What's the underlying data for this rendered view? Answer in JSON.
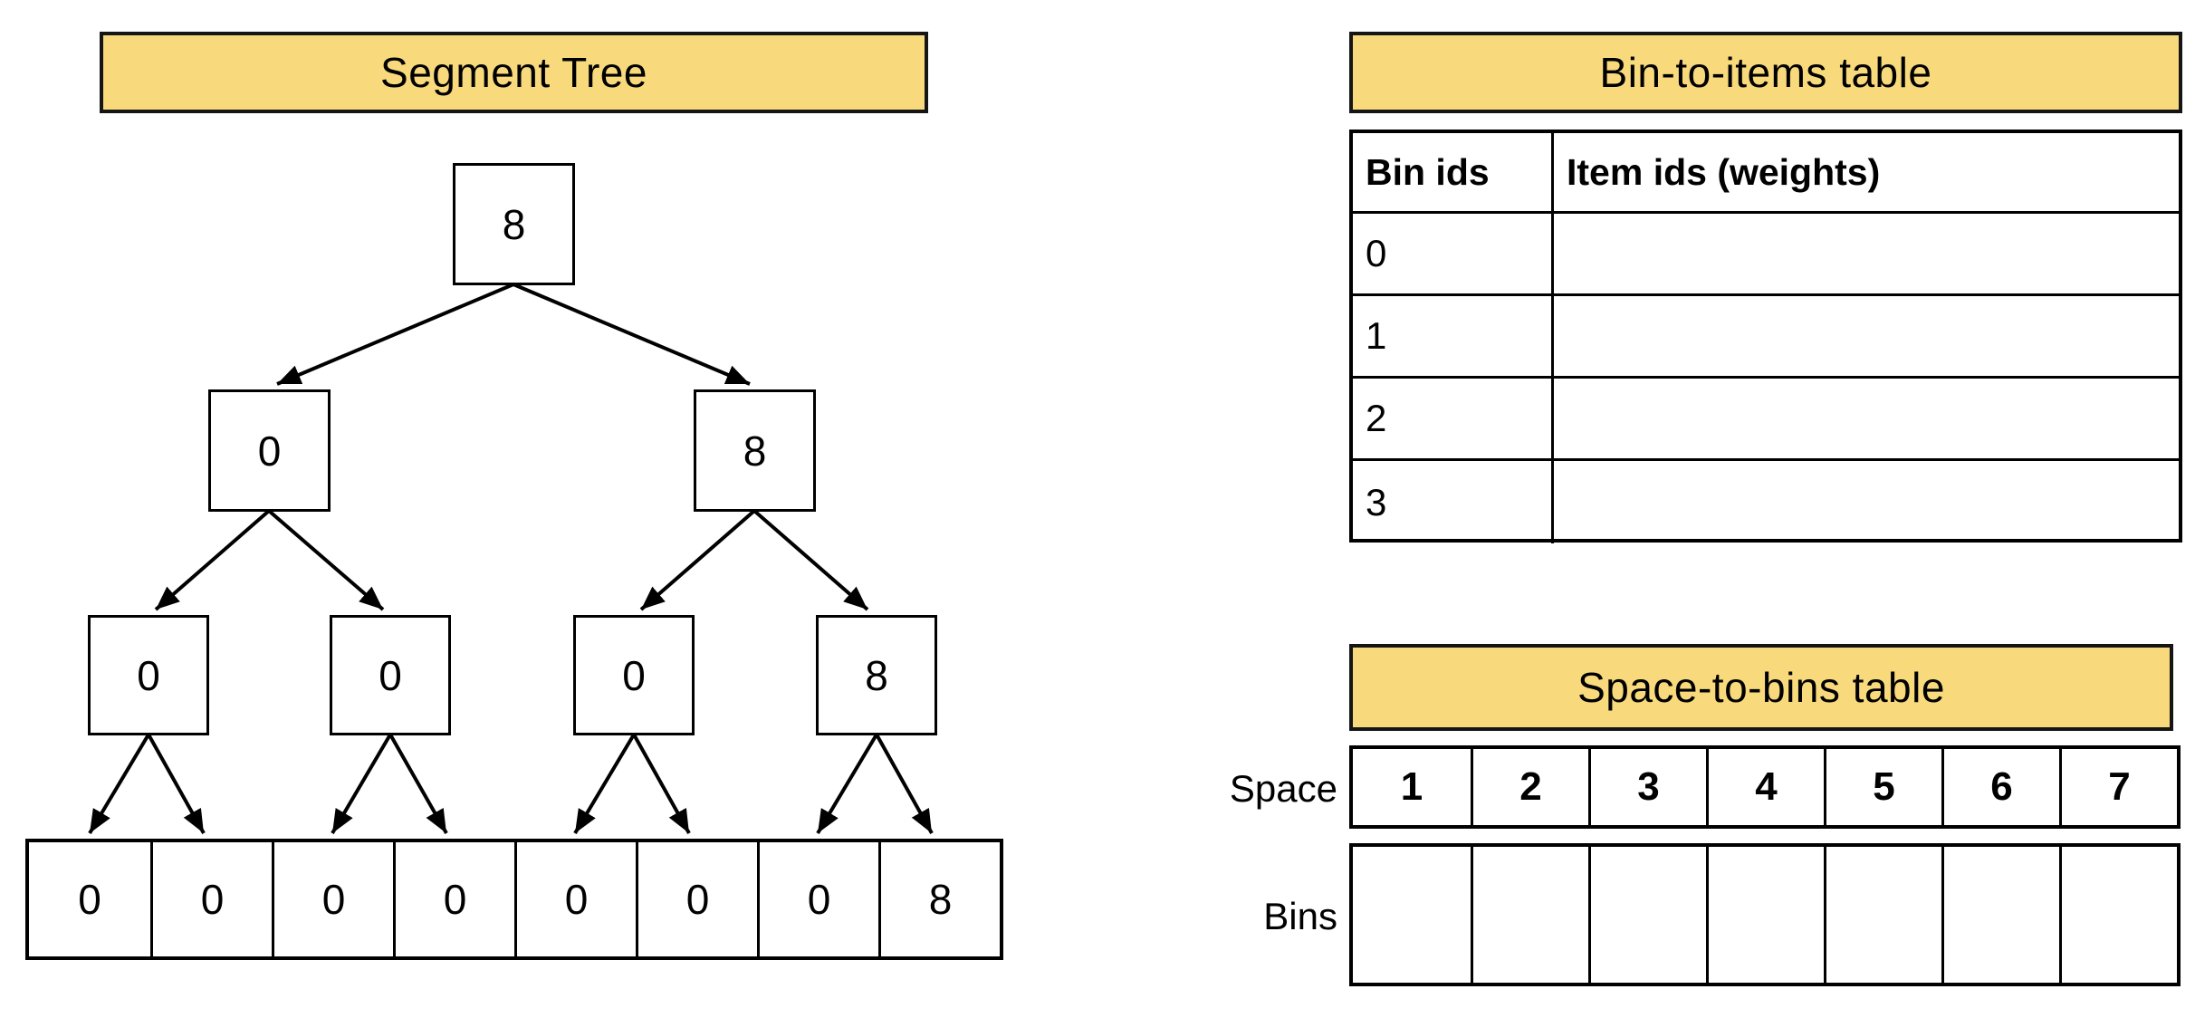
{
  "segment_tree": {
    "title": "Segment Tree",
    "levels": [
      {
        "nodes": [
          "8"
        ]
      },
      {
        "nodes": [
          "0",
          "8"
        ]
      },
      {
        "nodes": [
          "0",
          "0",
          "0",
          "8"
        ]
      }
    ],
    "leaves": [
      "0",
      "0",
      "0",
      "0",
      "0",
      "0",
      "0",
      "8"
    ]
  },
  "bin_to_items": {
    "title": "Bin-to-items table",
    "columns": [
      "Bin ids",
      "Item ids (weights)"
    ],
    "rows": [
      {
        "bin_id": "0",
        "items": ""
      },
      {
        "bin_id": "1",
        "items": ""
      },
      {
        "bin_id": "2",
        "items": ""
      },
      {
        "bin_id": "3",
        "items": ""
      }
    ]
  },
  "space_to_bins": {
    "title": "Space-to-bins table",
    "space_label": "Space",
    "bins_label": "Bins",
    "space_values": [
      "1",
      "2",
      "3",
      "4",
      "5",
      "6",
      "7"
    ],
    "bins_values": [
      "",
      "",
      "",
      "",
      "",
      "",
      ""
    ]
  },
  "colors": {
    "header_fill": "#F8D97C",
    "border": "#000000"
  }
}
